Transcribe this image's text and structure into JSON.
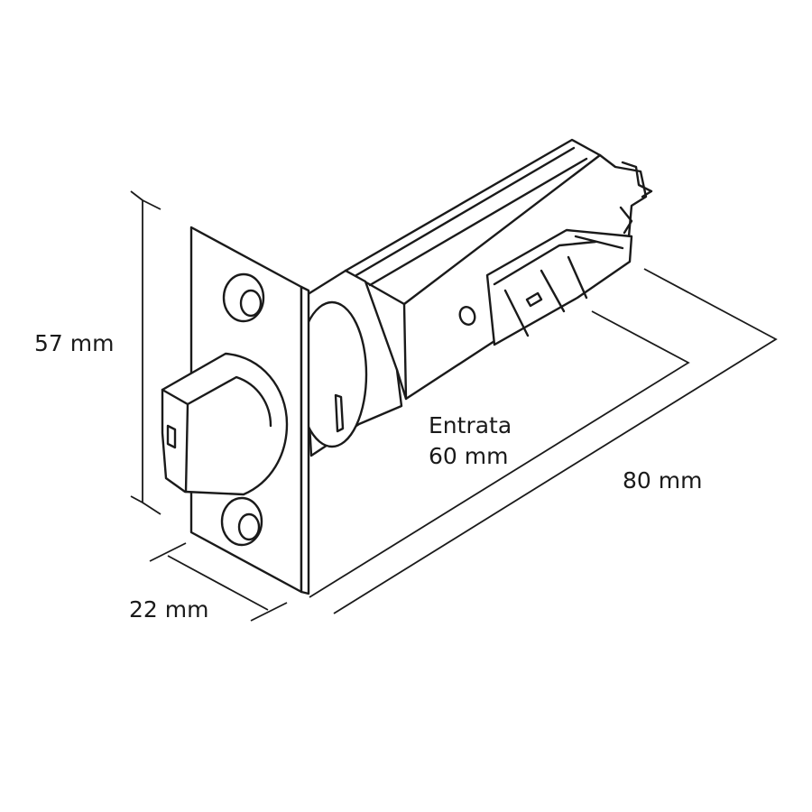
{
  "diagram": {
    "dimensions": {
      "height_label": "57 mm",
      "depth_label": "22 mm",
      "length_label": "80 mm",
      "backset_title": "Entrata",
      "backset_value": "60 mm"
    },
    "colors": {
      "line": "#1a1a1a",
      "fill": "#ffffff",
      "text": "#1a1a1a"
    }
  }
}
